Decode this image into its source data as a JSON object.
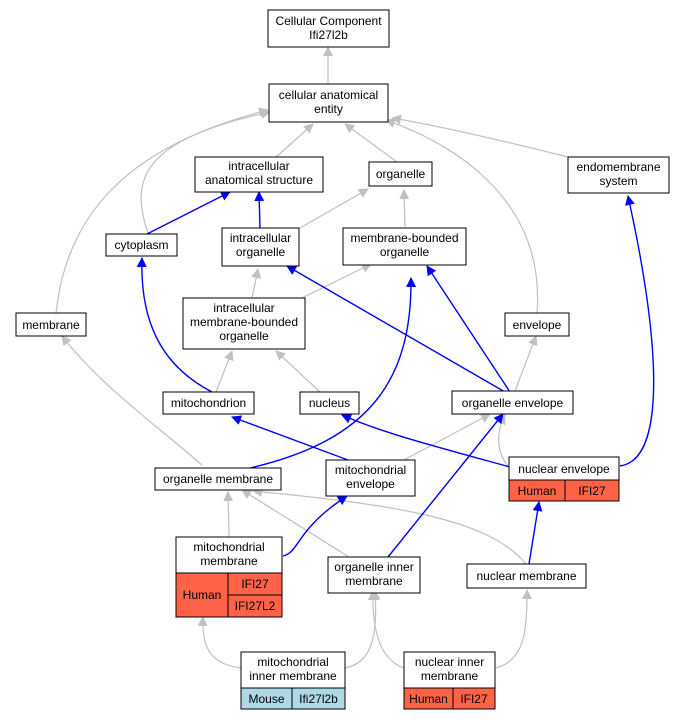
{
  "colors": {
    "is_a_edge": "#c0c0c0",
    "part_of_edge": "#0000ff",
    "human_cell": "#ff6347",
    "mouse_cell": "#add8e6",
    "node_border": "#000000"
  },
  "nodes": {
    "cc_root": {
      "lines": [
        "Cellular Component",
        "Ifi27l2b"
      ]
    },
    "cae": {
      "lines": [
        "cellular anatomical",
        "entity"
      ]
    },
    "ias": {
      "lines": [
        "intracellular",
        "anatomical structure"
      ]
    },
    "organelle": {
      "lines": [
        "organelle"
      ]
    },
    "endomembrane": {
      "lines": [
        "endomembrane",
        "system"
      ]
    },
    "cytoplasm": {
      "lines": [
        "cytoplasm"
      ]
    },
    "intra_org": {
      "lines": [
        "intracellular",
        "organelle"
      ]
    },
    "mbo": {
      "lines": [
        "membrane-bounded",
        "organelle"
      ]
    },
    "membrane": {
      "lines": [
        "membrane"
      ]
    },
    "imbo": {
      "lines": [
        "intracellular",
        "membrane-bounded",
        "organelle"
      ]
    },
    "envelope": {
      "lines": [
        "envelope"
      ]
    },
    "mitochondrion": {
      "lines": [
        "mitochondrion"
      ]
    },
    "nucleus": {
      "lines": [
        "nucleus"
      ]
    },
    "org_env": {
      "lines": [
        "organelle envelope"
      ]
    },
    "org_mem": {
      "lines": [
        "organelle membrane"
      ]
    },
    "mito_env": {
      "lines": [
        "mitochondrial",
        "envelope"
      ]
    },
    "nuc_env": {
      "lines": [
        "nuclear envelope"
      ],
      "species": "Human",
      "genes": [
        "IFI27"
      ]
    },
    "mito_mem": {
      "lines": [
        "mitochondrial",
        "membrane"
      ],
      "species": "Human",
      "genes": [
        "IFI27",
        "IFI27L2"
      ]
    },
    "org_inner": {
      "lines": [
        "organelle inner",
        "membrane"
      ]
    },
    "nuc_mem": {
      "lines": [
        "nuclear membrane"
      ]
    },
    "mito_inner": {
      "lines": [
        "mitochondrial",
        "inner membrane"
      ],
      "species": "Mouse",
      "genes": [
        "Ifi27l2b"
      ]
    },
    "nuc_inner": {
      "lines": [
        "nuclear inner",
        "membrane"
      ],
      "species": "Human",
      "genes": [
        "IFI27"
      ]
    }
  }
}
